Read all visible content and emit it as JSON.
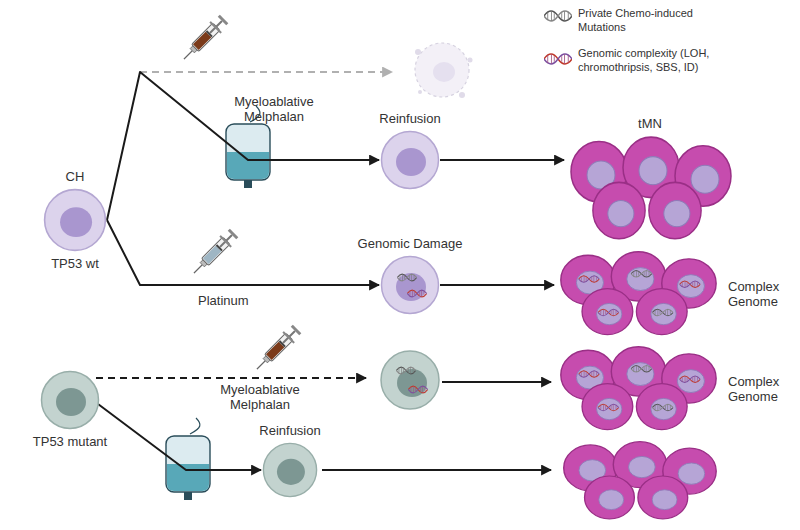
{
  "diagram": {
    "nodes": [
      {
        "text": [
          "CH",
          "TP53 wt"
        ]
      },
      {
        "text": [
          "Reinfusion"
        ]
      },
      {
        "text": [
          "Genomic Damage"
        ]
      },
      {
        "text": [
          "tMN"
        ]
      },
      {
        "text": [
          "Complex Genome"
        ]
      },
      {
        "text": [
          "TP53 mutant"
        ]
      },
      {
        "text": [
          "Complex Genome"
        ]
      },
      {
        "text": [
          "Reinfusion"
        ]
      }
    ],
    "edges": [
      {
        "from": 0,
        "to": 1,
        "arrow": "to"
      },
      {
        "from": 0,
        "to": 2,
        "label": "Platinum",
        "arrow": "to"
      },
      {
        "from": 1,
        "to": 3,
        "arrow": "to"
      },
      {
        "from": 2,
        "to": 4,
        "arrow": "to"
      },
      {
        "from": 5,
        "to": 7,
        "arrow": "to"
      }
    ],
    "labels": [
      "Myeloablative Melphalan",
      "Myeloablative Melphalan"
    ],
    "legend": [
      {
        "text": "Private Chemo-induced Mutations"
      },
      {
        "text": "Genomic complexity (LOH, chromothripsis, SBS, ID)"
      }
    ]
  }
}
